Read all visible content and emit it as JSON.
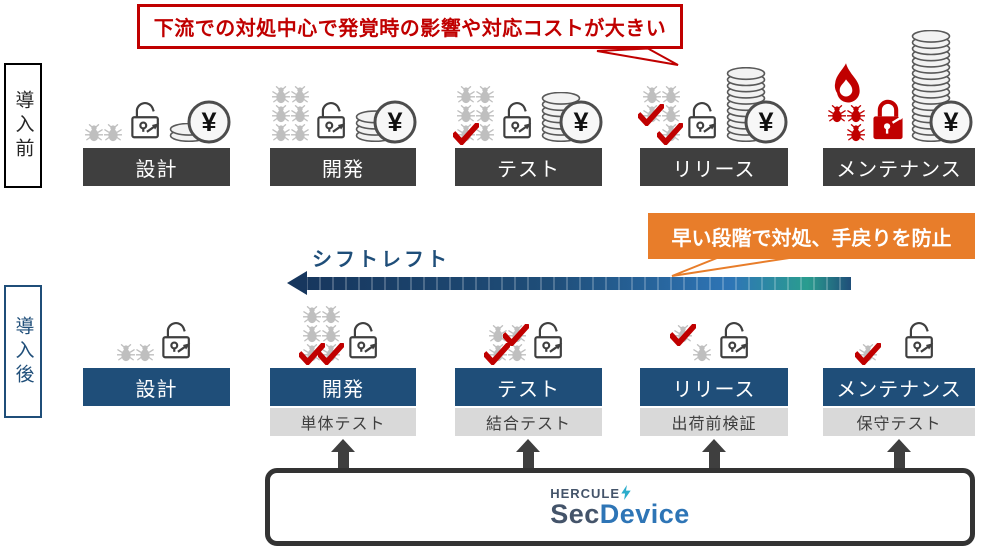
{
  "top_banner": {
    "text": "下流での対処中心で発覚時の影響や対応コストが大きい",
    "color": "#C00000"
  },
  "orange_banner": {
    "text": "早い段階で対処、手戻りを防止",
    "color": "#E87D2A"
  },
  "row_labels": {
    "before": "導入前",
    "after": "導入後"
  },
  "shift_left_label": "シフトレフト",
  "colors": {
    "stage_before_bg": "#3F3F3F",
    "stage_after_bg": "#1F4E79",
    "sub_label_bg": "#D9D9D9",
    "alert_red": "#C00000",
    "accent_orange": "#E87D2A",
    "arrow_blue": "#1F4E79"
  },
  "stages_before": [
    {
      "key": "design",
      "label": "設計",
      "bugs": [
        [
          "bug",
          "bug"
        ]
      ],
      "lock": "open",
      "coins": 2
    },
    {
      "key": "development",
      "label": "開発",
      "bugs": [
        [
          "bug",
          "bug"
        ],
        [
          "bug",
          "bug"
        ],
        [
          "bug",
          "bug"
        ]
      ],
      "lock": "open",
      "coins": 4
    },
    {
      "key": "test",
      "label": "テスト",
      "bugs": [
        [
          "bug",
          "bug"
        ],
        [
          "bug",
          "bug"
        ],
        [
          "check",
          "bug"
        ]
      ],
      "lock": "open",
      "coins": 7
    },
    {
      "key": "release",
      "label": "リリース",
      "bugs": [
        [
          "bug",
          "bug"
        ],
        [
          "check",
          "bug"
        ],
        [
          "none",
          "check"
        ]
      ],
      "lock": "open",
      "coins": 11
    },
    {
      "key": "maintenance",
      "label": "メンテナンス",
      "bugs": [
        [
          "bug",
          "bug"
        ],
        [
          "none",
          "bug"
        ]
      ],
      "bug_color": "red",
      "lock": "closed",
      "coins": 17,
      "fire": true
    }
  ],
  "stages_after": [
    {
      "key": "design",
      "label": "設計",
      "sub": null,
      "bugs": [
        [
          "bug",
          "bug"
        ]
      ],
      "lock": "open"
    },
    {
      "key": "development",
      "label": "開発",
      "sub": "単体テスト",
      "bugs": [
        [
          "bug",
          "bug"
        ],
        [
          "bug",
          "bug"
        ],
        [
          "check",
          "check"
        ]
      ],
      "lock": "open"
    },
    {
      "key": "test",
      "label": "テスト",
      "sub": "結合テスト",
      "bugs": [
        [
          "bug",
          "check"
        ],
        [
          "check",
          "bug"
        ]
      ],
      "lock": "open"
    },
    {
      "key": "release",
      "label": "リリース",
      "sub": "出荷前検証",
      "bugs": [
        [
          "check",
          "none"
        ],
        [
          "none",
          "bug"
        ]
      ],
      "lock": "open"
    },
    {
      "key": "maintenance",
      "label": "メンテナンス",
      "sub": "保守テスト",
      "bugs": [
        [
          "check"
        ]
      ],
      "lock": "open"
    }
  ],
  "product": {
    "brand_display": "HERCULE",
    "name_sec": "Sec",
    "name_device": "Device"
  }
}
